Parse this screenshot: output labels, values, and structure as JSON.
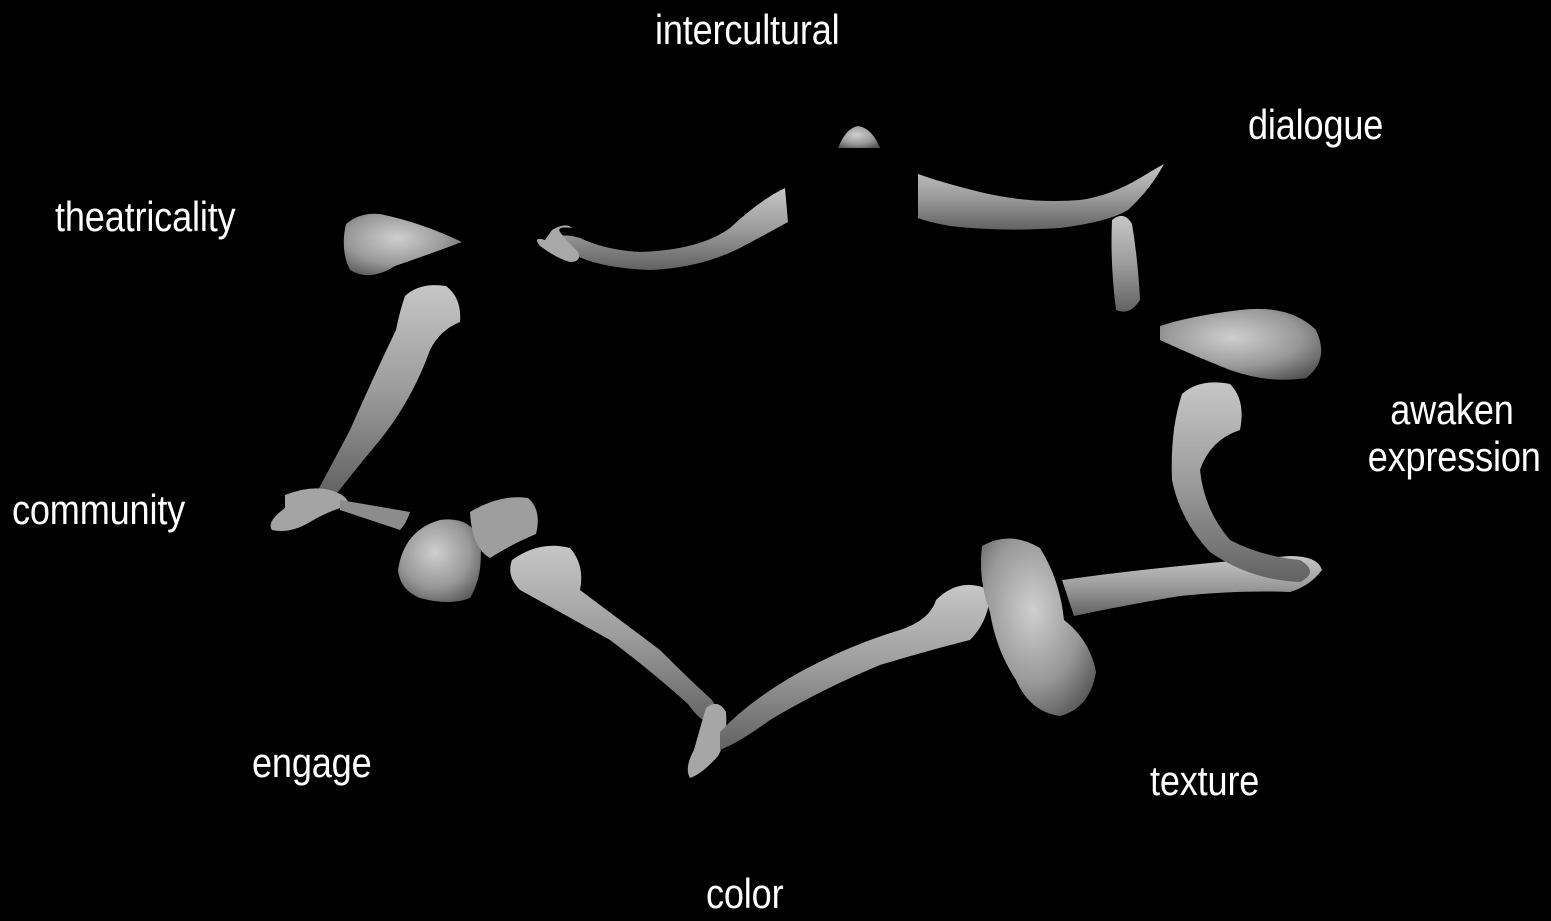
{
  "labels": {
    "intercultural": "intercultural",
    "dialogue": "dialogue",
    "theatricality": "theatricality",
    "awaken_line1": "awaken",
    "awaken_line2": "expression",
    "community": "community",
    "engage": "engage",
    "texture": "texture",
    "color": "color"
  },
  "colors": {
    "background": "#000000",
    "text": "#ffffff",
    "skin": "#9a9a9a",
    "skin_highlight": "#c4c4c4",
    "skin_shadow": "#5e5e5e"
  }
}
